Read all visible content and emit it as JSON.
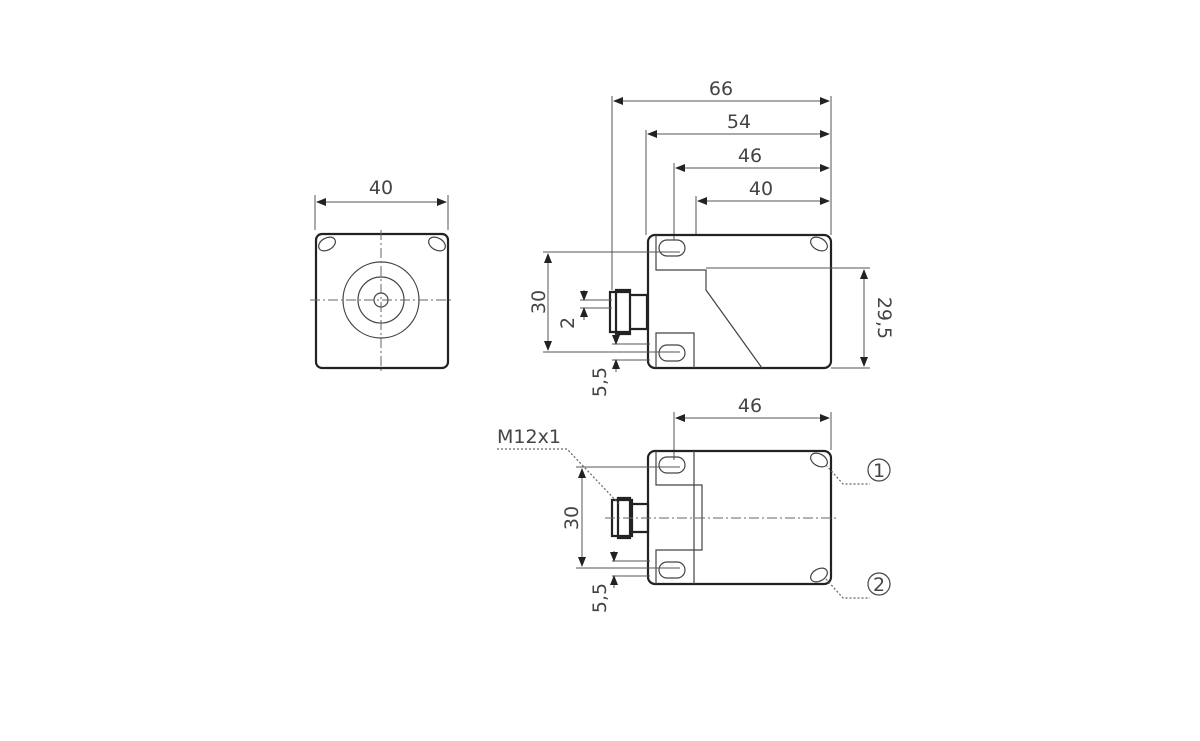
{
  "drawing": {
    "front_view": {
      "width_label": "40"
    },
    "side_view": {
      "dims_top": [
        "66",
        "54",
        "46",
        "40"
      ],
      "height_left": "30",
      "connector_offset": "2",
      "bottom_offset": "5,5",
      "height_right": "29,5"
    },
    "top_view": {
      "width_label": "46",
      "thread_label": "M12x1",
      "height_left": "30",
      "bottom_offset": "5,5",
      "callouts": [
        "1",
        "2"
      ]
    }
  }
}
